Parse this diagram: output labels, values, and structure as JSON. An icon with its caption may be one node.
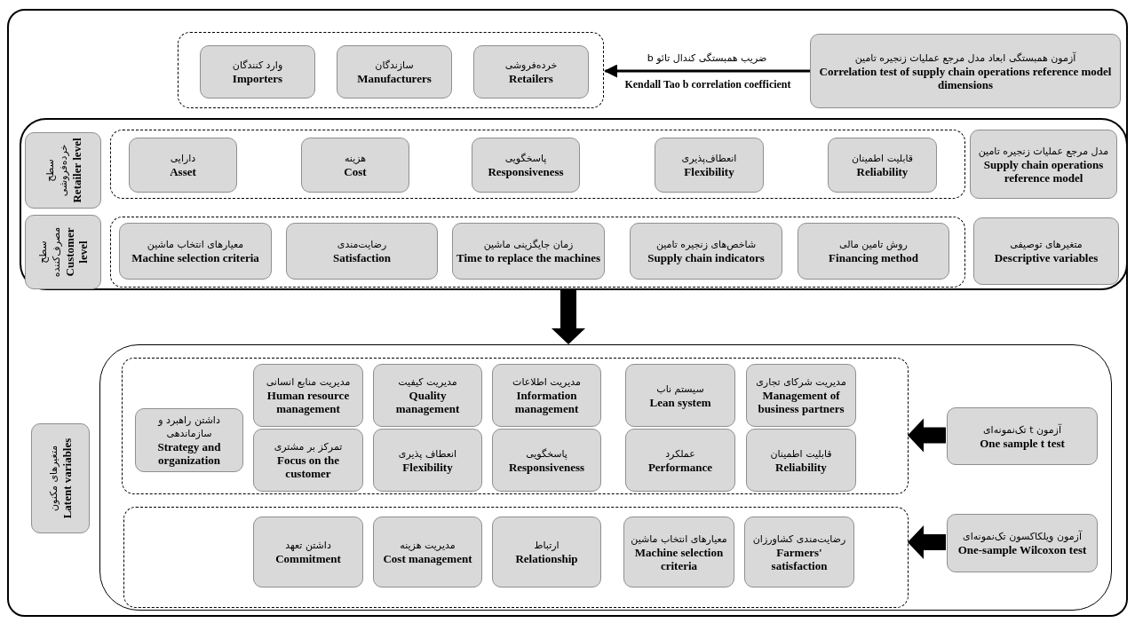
{
  "diagram": {
    "nodes": [
      {
        "text": [],
        "shape": "box"
      },
      {
        "text": [
          "وارد کنندگان",
          "Importers"
        ],
        "in": 0
      },
      {
        "text": [
          "سازندگان",
          "Manufacturers"
        ],
        "in": 0
      },
      {
        "text": [
          "خرده‌فروشی",
          "Retailers"
        ],
        "in": 0
      },
      {
        "text": [
          "آزمون همبستگی ابعاد مدل مرجع عملیات زنجیره تامین",
          "Correlation test of supply chain operations reference model dimensions"
        ]
      },
      {
        "text": [],
        "shape": "box"
      },
      {
        "text": [
          "سطح خرده‌فروشی",
          "Retailer level"
        ],
        "in": 5
      },
      {
        "text": [],
        "shape": "box",
        "in": 5
      },
      {
        "text": [
          "دارایی",
          "Asset"
        ],
        "in": 7
      },
      {
        "text": [
          "هزینه",
          "Cost"
        ],
        "in": 7
      },
      {
        "text": [
          "پاسخگویی",
          "Responsiveness"
        ],
        "in": 7
      },
      {
        "text": [
          "انعطاف‌پذیری",
          "Flexibility"
        ],
        "in": 7
      },
      {
        "text": [
          "قابلیت اطمینان",
          "Reliability"
        ],
        "in": 7
      },
      {
        "text": [
          "مدل مرجع عملیات زنجیره تامین",
          "Supply chain operations reference model"
        ],
        "in": 5
      },
      {
        "text": [
          "سطح مصرف‌کننده",
          "Customer level"
        ],
        "in": 5
      },
      {
        "text": [],
        "shape": "box",
        "in": 5
      },
      {
        "text": [
          "معیارهای انتخاب ماشین",
          "Machine selection criteria"
        ],
        "in": 15
      },
      {
        "text": [
          "رضایت‌مندی",
          "Satisfaction"
        ],
        "in": 15
      },
      {
        "text": [
          "زمان جایگزینی ماشین",
          "Time to replace the machines"
        ],
        "in": 15
      },
      {
        "text": [
          "شاخص‌های زنجیره تامین",
          "Supply chain indicators"
        ],
        "in": 15
      },
      {
        "text": [
          "روش تامین مالی",
          "Financing method"
        ],
        "in": 15
      },
      {
        "text": [
          "متغیرهای توصیفی",
          "Descriptive variables"
        ],
        "in": 5
      },
      {
        "text": [
          "متغیرهای مکنون",
          "Latent variables"
        ]
      },
      {
        "text": [],
        "shape": "box"
      },
      {
        "text": [],
        "shape": "box",
        "in": 23
      },
      {
        "text": [
          "داشتن راهبرد و سازماندهی",
          "Strategy and organization"
        ],
        "in": 24
      },
      {
        "text": [
          "مدیریت منابع انسانی",
          "Human resource management"
        ],
        "in": 24
      },
      {
        "text": [
          "تمرکز بر مشتری",
          "Focus on the customer"
        ],
        "in": 24
      },
      {
        "text": [
          "مدیریت کیفیت",
          "Quality management"
        ],
        "in": 24
      },
      {
        "text": [
          "انعطاف پذیری",
          "Flexibility"
        ],
        "in": 24
      },
      {
        "text": [
          "مدیریت اطلاعات",
          "Information management"
        ],
        "in": 24
      },
      {
        "text": [
          "پاسخگویی",
          "Responsiveness"
        ],
        "in": 24
      },
      {
        "text": [
          "سیستم ناب",
          "Lean system"
        ],
        "in": 24
      },
      {
        "text": [
          "عملکرد",
          "Performance"
        ],
        "in": 24
      },
      {
        "text": [
          "مدیریت شرکای تجاری",
          "Management of business partners"
        ],
        "in": 24
      },
      {
        "text": [
          "قابلیت اطمینان",
          "Reliability"
        ],
        "in": 24
      },
      {
        "text": [
          "آزمون t تک‌نمونه‌ای",
          "One sample t test"
        ],
        "in": 23
      },
      {
        "text": [],
        "shape": "box",
        "in": 23
      },
      {
        "text": [
          "داشتن تعهد",
          "Commitment"
        ],
        "in": 37
      },
      {
        "text": [
          "مدیریت هزینه",
          "Cost management"
        ],
        "in": 37
      },
      {
        "text": [
          "ارتباط",
          "Relationship"
        ],
        "in": 37
      },
      {
        "text": [
          "معیارهای انتخاب ماشین",
          "Machine selection criteria"
        ],
        "in": 37
      },
      {
        "text": [
          "رضایت‌مندی کشاورزان",
          "Farmers' satisfaction"
        ],
        "in": 37
      },
      {
        "text": [
          "آزمون ویلکاکسون تک‌نمونه‌ای",
          "One-sample Wilcoxon test"
        ],
        "in": 23
      }
    ],
    "edges": [
      {
        "from": 4,
        "to": 0,
        "arrow": "to",
        "label": "Kendall Tao b correlation coefficient"
      },
      {
        "from": 5,
        "to": 23,
        "arrow": "to",
        "style": "thick"
      },
      {
        "from": 36,
        "to": 24,
        "arrow": "to",
        "style": "thick"
      },
      {
        "from": 43,
        "to": 37,
        "arrow": "to",
        "style": "thick"
      }
    ],
    "labels": [
      "ضریب همبستگی کندال تائو b"
    ]
  }
}
